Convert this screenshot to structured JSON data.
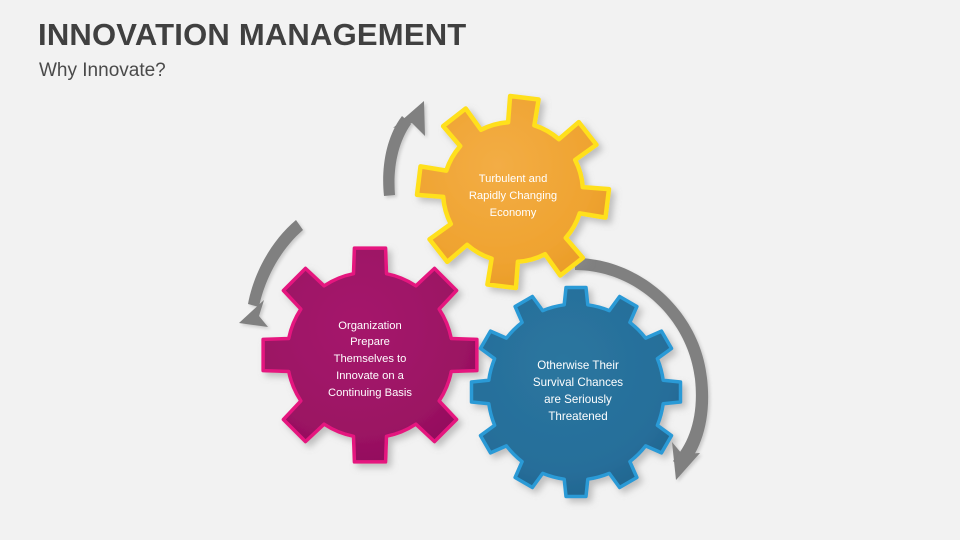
{
  "slide": {
    "background_color": "#f2f2f2",
    "title": "INNOVATION MANAGEMENT",
    "subtitle": "Why Innovate?",
    "title_color": "#404040"
  },
  "diagram": {
    "type": "gear-cycle",
    "arrow_color": "#808080",
    "gears": [
      {
        "id": "orange-gear",
        "name": "turbulent-economy-gear",
        "fill_color": "#efa330",
        "stroke_color": "#ffe01b",
        "text_color": "#ffffff",
        "lines": [
          "Turbulent and",
          "Rapidly Changing",
          "Economy"
        ]
      },
      {
        "id": "magenta-gear",
        "name": "organization-prepare-gear",
        "fill_color": "#9b1263",
        "stroke_color": "#e5197f",
        "text_color": "#ffffff",
        "lines": [
          "Organization",
          "Prepare",
          "Themselves to",
          "Innovate on a",
          "Continuing Basis"
        ]
      },
      {
        "id": "blue-gear",
        "name": "survival-threatened-gear",
        "fill_color": "#266e9a",
        "stroke_color": "#2b9ad6",
        "text_color": "#ffffff",
        "lines": [
          "Otherwise Their",
          "Survival Chances",
          "are Seriously",
          "Threatened"
        ]
      }
    ],
    "arrows": [
      {
        "id": "arrow-up-left",
        "name": "arrow-to-orange-gear",
        "direction": "up-right"
      },
      {
        "id": "arrow-down-left",
        "name": "arrow-to-magenta-gear",
        "direction": "down-left"
      },
      {
        "id": "arrow-right",
        "name": "arrow-around-blue-gear",
        "direction": "down-left"
      }
    ]
  }
}
